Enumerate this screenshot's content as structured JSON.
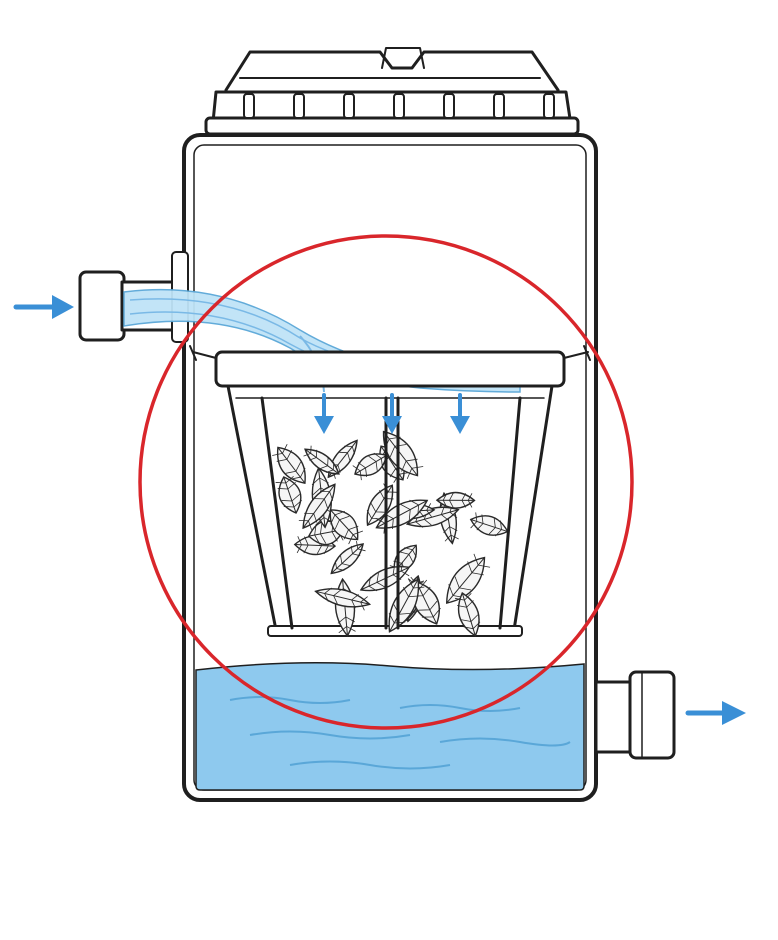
{
  "diagram": {
    "subject": "",
    "components": [
      "tank",
      "lid",
      "inlet-pipe",
      "outlet-pipe",
      "leaf-basket",
      "collected-leaves",
      "water-reservoir",
      "flow-arrows",
      "highlight-circle"
    ],
    "colors": {
      "outline": "#1f1f1f",
      "water": "#8ec9ee",
      "water_stream": "#bfe3f7",
      "arrow": "#3a8fd6",
      "highlight": "#d9262b",
      "background": "#ffffff"
    },
    "flow_arrows": [
      {
        "name": "inlet-arrow",
        "direction": "right"
      },
      {
        "name": "basket-arrow-left",
        "direction": "down"
      },
      {
        "name": "basket-arrow-center",
        "direction": "down"
      },
      {
        "name": "basket-arrow-right",
        "direction": "down"
      },
      {
        "name": "outlet-arrow",
        "direction": "right"
      }
    ],
    "leaf_count_estimate": 30
  }
}
